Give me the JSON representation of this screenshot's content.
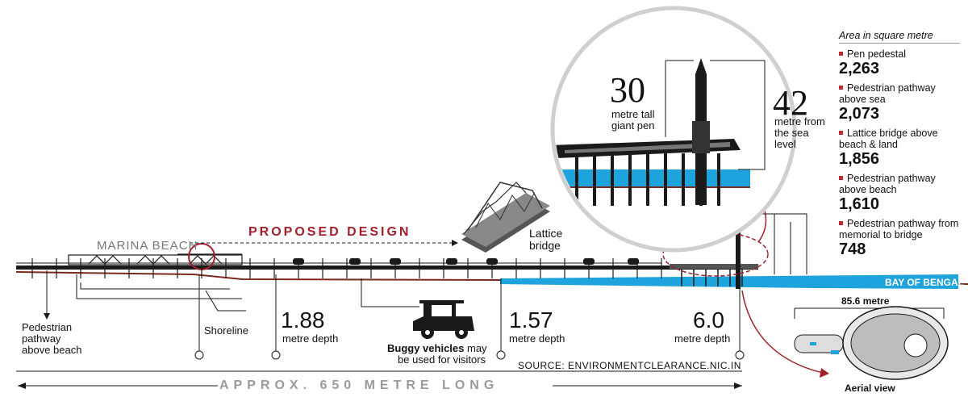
{
  "labels": {
    "marina_beach": "MARINA BEACH",
    "proposed_design": "PROPOSED DESIGN",
    "lattice_bridge_line1": "Lattice",
    "lattice_bridge_line2": "bridge",
    "pen_height_value": "30",
    "pen_height_line1": "metre tall",
    "pen_height_line2": "giant pen",
    "sea_level_value": "42",
    "sea_level_line1": "metre from",
    "sea_level_line2": "the sea",
    "sea_level_line3": "level",
    "bay_of_bengal": "BAY OF BENGAL",
    "pathway_line1": "Pedestrian",
    "pathway_line2": "pathway",
    "pathway_line3": "above beach",
    "shoreline": "Shoreline",
    "depth1_value": "1.88",
    "depth1_unit": "metre depth",
    "depth2_value": "1.57",
    "depth2_unit": "metre depth",
    "depth3_value": "6.0",
    "depth3_unit": "metre depth",
    "buggy_bold": "Buggy vehicles",
    "buggy_rest1": " may",
    "buggy_rest2": "be used for visitors",
    "source": "SOURCE: ENVIRONMENTCLEARANCE.NIC.IN",
    "length": "APPROX. 650 METRE LONG",
    "aerial_width": "85.6 metre",
    "aerial_view": "Aerial view"
  },
  "legend": {
    "header": "Area in square metre",
    "items": [
      {
        "label": "Pen pedestal",
        "value": "2,263"
      },
      {
        "label": "Pedestrian pathway above sea",
        "value": "2,073"
      },
      {
        "label": "Lattice bridge above beach & land",
        "value": "1,856"
      },
      {
        "label": "Pedestrian pathway above beach",
        "value": "1,610"
      },
      {
        "label": "Pedestrian pathway from memorial to bridge",
        "value": "748"
      }
    ]
  },
  "colors": {
    "accent_red": "#a3202b",
    "sea_blue": "#1fa3dc",
    "ground_brown": "#7a2a1e",
    "deck": "#1a1a1a",
    "bridge_grey": "#5c5c5c",
    "circle_grey": "#cfcfcf",
    "length_text": "#9a9a9a"
  }
}
